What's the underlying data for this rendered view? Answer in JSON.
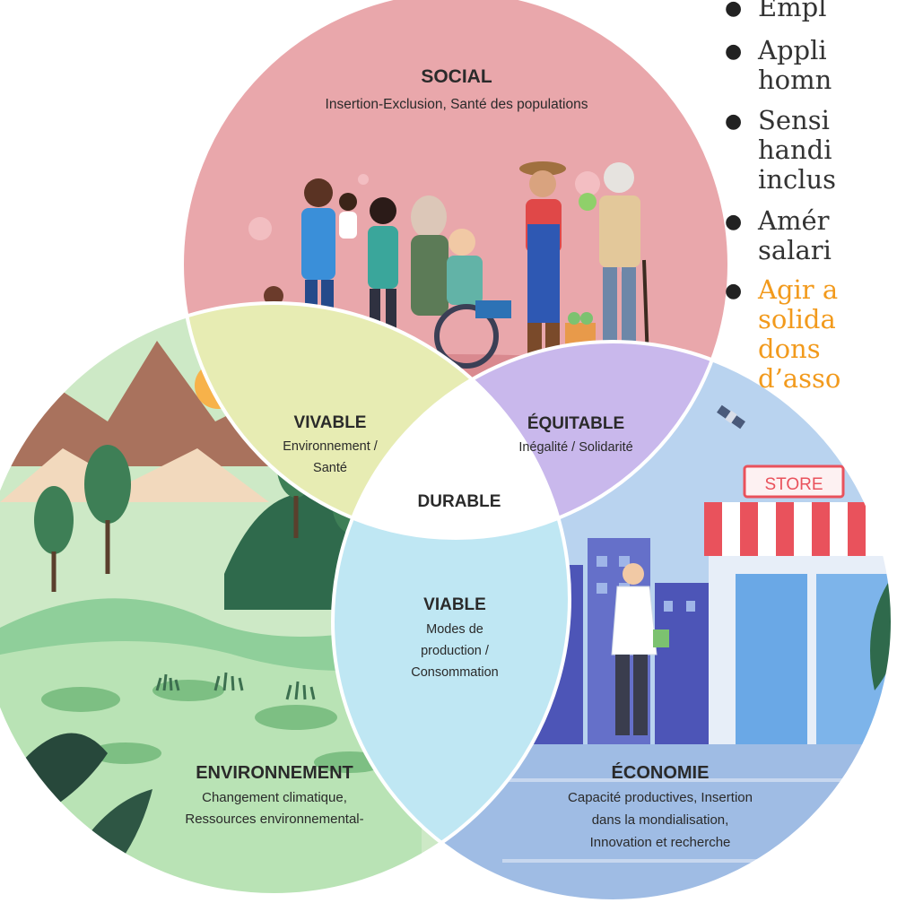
{
  "diagram": {
    "social": {
      "title": "SOCIAL",
      "subtitle": "Insertion-Exclusion, Santé des populations"
    },
    "environment": {
      "title": "ENVIRONNEMENT",
      "line1": "Changement climatique,",
      "line2": "Ressources environnemental-"
    },
    "economy": {
      "title": "ÉCONOMIE",
      "line1": "Capacité productives, Insertion",
      "line2": "dans la mondialisation,",
      "line3": "Innovation et recherche"
    },
    "vivable": {
      "title": "VIVABLE",
      "line1": "Environnement /",
      "line2": "Santé"
    },
    "equitable": {
      "title": "ÉQUITABLE",
      "line1": "Inégalité / Solidarité"
    },
    "viable": {
      "title": "VIABLE",
      "line1": "Modes de",
      "line2": "production /",
      "line3": "Consommation"
    },
    "center": {
      "title": "DURABLE"
    },
    "store_sign": "STORE"
  },
  "bullets": {
    "items": [
      {
        "line1": "Empl"
      },
      {
        "line1": "Appli",
        "line2": "homn"
      },
      {
        "line1": "Sensi",
        "line2": "handi",
        "line3": "inclus"
      },
      {
        "line1": "Amér",
        "line2": "salari"
      },
      {
        "line1": "Agir a",
        "line2": "solida",
        "line3": "dons",
        "line4": "d’asso"
      }
    ],
    "highlight_color": "#f29a1c"
  },
  "colors": {
    "social": "#e9a7ab",
    "environment": "#cde9c6",
    "economy": "#b9d3ef",
    "vivable": "#e7ecb3",
    "equitable": "#c9b8ec",
    "viable": "#bfe7f3",
    "center": "#ffffff"
  }
}
